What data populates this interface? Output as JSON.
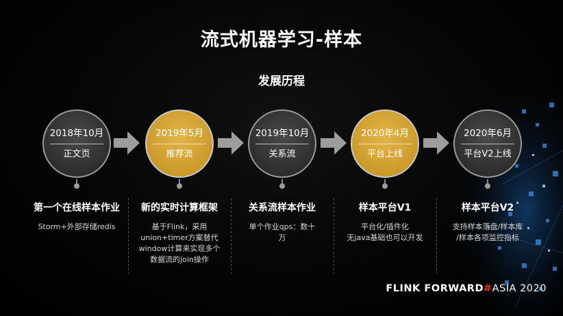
{
  "header": {
    "title": "流式机器学习-样本",
    "subtitle": "发展历程"
  },
  "colors": {
    "gold": "#cc9a2b",
    "gray": "#2e2e2e",
    "accent": "#e03b1e"
  },
  "stages": [
    {
      "date": "2018年10月",
      "label": "正文页",
      "style": "gray",
      "title": "第一个在线样本作业",
      "desc": [
        "Storm+外部存储redis"
      ]
    },
    {
      "date": "2019年5月",
      "label": "推荐流",
      "style": "gold",
      "title": "新的实时计算框架",
      "desc": [
        "基于Flink，采用",
        "union+timer方案替代",
        "window计算来实现多个",
        "数据流的join操作"
      ]
    },
    {
      "date": "2019年10月",
      "label": "关系流",
      "style": "gray",
      "title": "关系流样本作业",
      "desc": [
        "单个作业qps：数十",
        "万"
      ]
    },
    {
      "date": "2020年4月",
      "label": "平台上线",
      "style": "gold",
      "title": "样本平台V1",
      "desc": [
        "平台化/插件化",
        "无java基础也可以开发"
      ]
    },
    {
      "date": "2020年6月",
      "label": "平台V2上线",
      "style": "gray",
      "title": "样本平台V2",
      "desc": [
        "支持样本落盘/样本库",
        "/样本各项监控指标"
      ]
    }
  ],
  "brand": {
    "name": "FLINK FORWARD",
    "hash": "#",
    "event": "ASIA 2020"
  }
}
